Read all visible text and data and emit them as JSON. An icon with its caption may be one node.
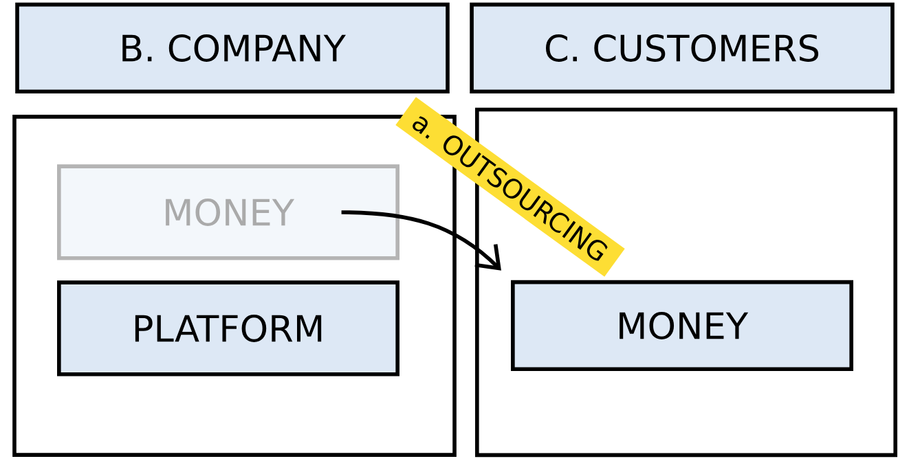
{
  "diagram": {
    "nodes": [
      {
        "text": [
          "B. COMPANY"
        ]
      },
      {
        "text": [
          "C. CUSTOMERS"
        ]
      },
      {
        "text": [],
        "shape": "box"
      },
      {
        "text": [
          "MONEY"
        ],
        "in": 2
      },
      {
        "text": [
          "PLATFORM"
        ],
        "in": 2
      },
      {
        "text": [],
        "shape": "box"
      },
      {
        "text": [
          "MONEY"
        ],
        "in": 5
      }
    ],
    "edges": [
      {
        "from": 3,
        "to": 6,
        "arrow": "to"
      }
    ],
    "labels": [
      "a. OUTSOURCING"
    ]
  }
}
